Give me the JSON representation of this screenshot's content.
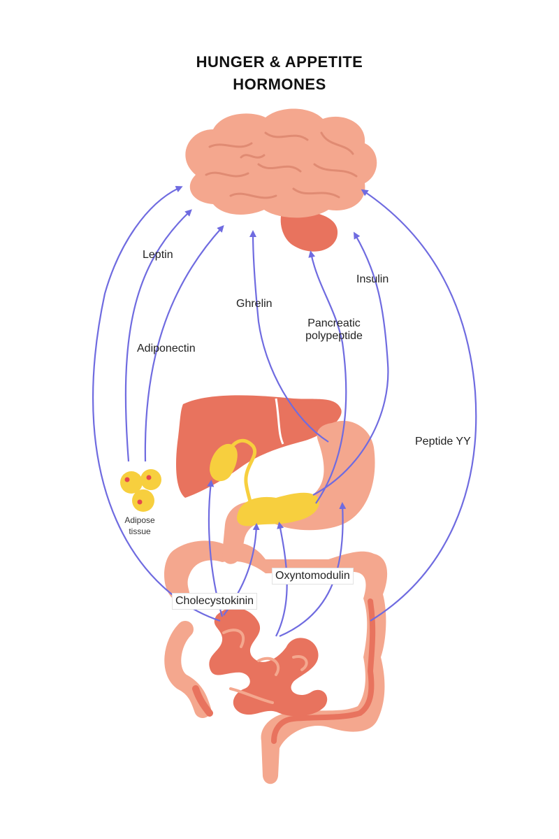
{
  "title": {
    "line1": "HUNGER & APPETITE",
    "line2": "HORMONES"
  },
  "colors": {
    "arrow": "#6f6be0",
    "organ_light": "#f4a78e",
    "organ_dark": "#e8735e",
    "gland": "#f7cf3e",
    "adipose_dot": "#e5484d"
  },
  "hormones": {
    "leptin": "Leptin",
    "adiponectin": "Adiponectin",
    "ghrelin": "Ghrelin",
    "pancreatic_line1": "Pancreatic",
    "pancreatic_line2": "polypeptide",
    "insulin": "Insulin",
    "peptide_yy": "Peptide YY",
    "oxyntomodulin": "Oxyntomodulin",
    "cholecystokinin": "Cholecystokinin"
  },
  "adipose": {
    "line1": "Adipose",
    "line2": "tissue"
  }
}
